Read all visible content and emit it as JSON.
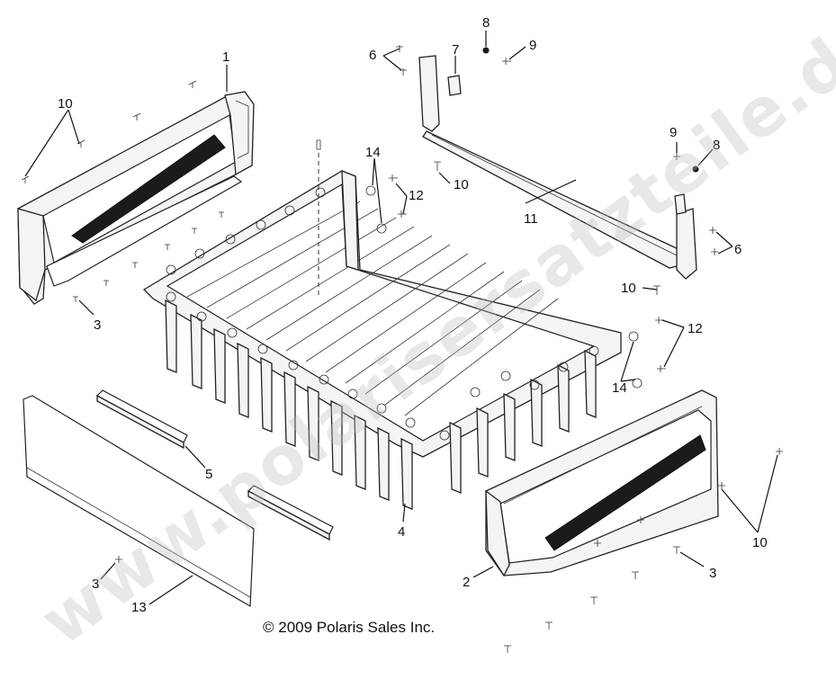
{
  "diagram": {
    "callouts": {
      "c1": "1",
      "c2": "2",
      "c3a": "3",
      "c3b": "3",
      "c3c": "3",
      "c4": "4",
      "c5": "5",
      "c6a": "6",
      "c6b": "6",
      "c7": "7",
      "c8a": "8",
      "c8b": "8",
      "c9a": "9",
      "c9b": "9",
      "c10a": "10",
      "c10b": "10",
      "c10c": "10",
      "c10d": "10",
      "c11": "11",
      "c12a": "12",
      "c12b": "12",
      "c13": "13",
      "c14a": "14",
      "c14b": "14"
    },
    "copyright": "© 2009 Polaris Sales Inc.",
    "watermark": "www.polarisersatzteile.de"
  }
}
